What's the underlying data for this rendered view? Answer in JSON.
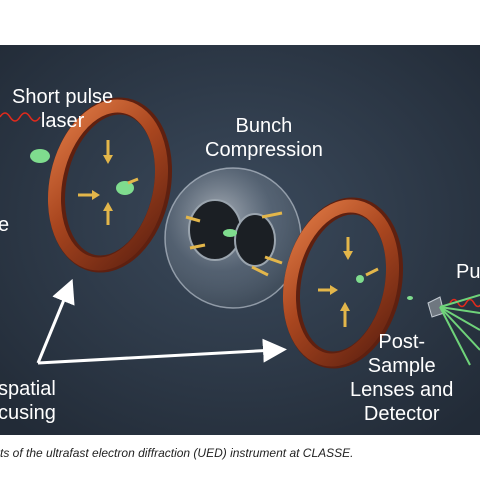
{
  "labels": {
    "short_pulse_laser": [
      "Short pulse",
      "laser"
    ],
    "bunch_compression": [
      "Bunch",
      "Compression"
    ],
    "partial_left_e": "e",
    "spatial_focusing": [
      "spatial",
      "cusing"
    ],
    "post_sample": [
      "Post-",
      "Sample",
      "Lenses and",
      "Detector"
    ],
    "partial_right_pu": "Pu"
  },
  "caption": "ts of the ultrafast electron diffraction (UED) instrument at CLASSE.",
  "colors": {
    "background": "#2e3a4a",
    "coil_copper": "#b3542a",
    "arrow_yellow": "#e3b64a",
    "electron_green": "#7fdc8e",
    "laser_red": "#e02a1c",
    "axis_white": "#ffffff",
    "beam_green": "#6fd37a"
  }
}
